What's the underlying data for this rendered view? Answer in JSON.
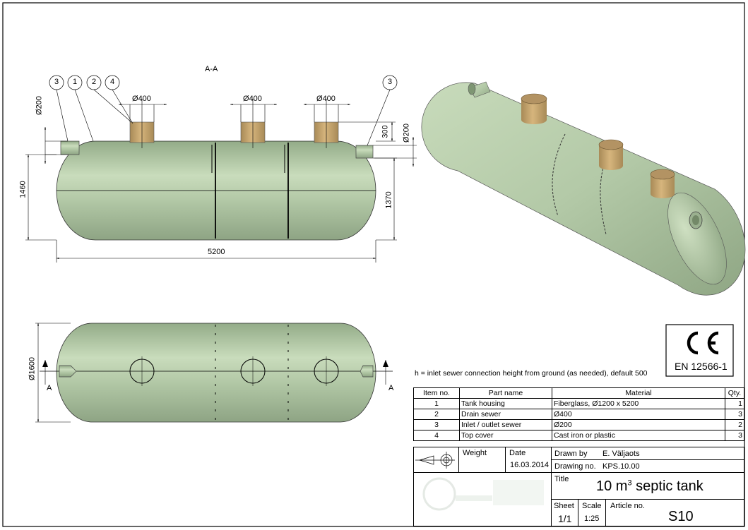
{
  "drawing": {
    "section_label": "A-A",
    "dims": {
      "d400_a": "400",
      "d400_b": "400",
      "d400_c": "400",
      "d200_left": "200",
      "d200_right": "200",
      "h300": "300",
      "h1460": "1460",
      "h1370": "1370",
      "l5200": "5200",
      "d1600": "1600",
      "diameter_symbol": "Ø"
    },
    "balloons": [
      "3",
      "1",
      "2",
      "4",
      "3"
    ],
    "section_marks": [
      "A",
      "A"
    ]
  },
  "ce_mark": {
    "logo": "CE",
    "standard": "EN 12566-1"
  },
  "note": "h = inlet sewer connection height from ground (as needed), default 500",
  "bom": {
    "headers": [
      "Item no.",
      "Part name",
      "Material",
      "Qty."
    ],
    "rows": [
      {
        "item": "1",
        "part": "Tank housing",
        "material": "Fiberglass, Ø1200 x 5200",
        "qty": "1"
      },
      {
        "item": "2",
        "part": "Drain sewer",
        "material": "Ø400",
        "qty": "3"
      },
      {
        "item": "3",
        "part": "Inlet / outlet sewer",
        "material": "Ø200",
        "qty": "2"
      },
      {
        "item": "4",
        "part": "Top cover",
        "material": "Cast iron or plastic",
        "qty": "3"
      }
    ]
  },
  "title_block": {
    "weight_label": "Weight",
    "date_label": "Date",
    "date_value": "16.03.2014",
    "drawn_by_label": "Drawn by",
    "drawn_by_value": "E. Väljaots",
    "drawing_no_label": "Drawing no.",
    "drawing_no_value": "KPS.10.00",
    "title_label": "Title",
    "title_value": "10 m",
    "title_sup": "3",
    "title_rest": " septic tank",
    "sheet_label": "Sheet",
    "sheet_value": "1/1",
    "scale_label": "Scale",
    "scale_value": "1:25",
    "article_label": "Article no.",
    "article_value": "S10"
  },
  "colors": {
    "tank": "#b4c9a8",
    "tank_dark": "#8fa684",
    "cover": "#c2a16c"
  }
}
